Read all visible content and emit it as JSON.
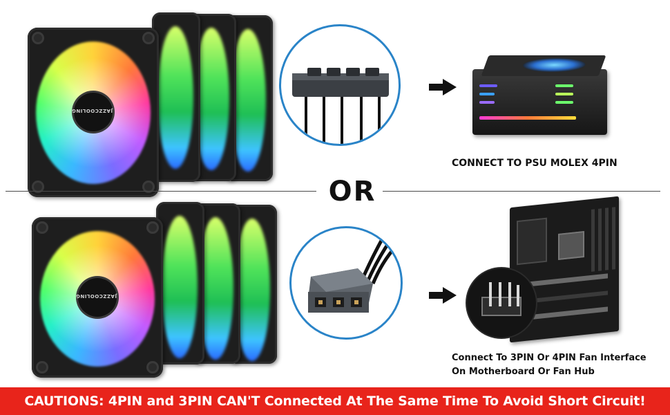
{
  "brand_on_fan_hub": "JAZZCOOLING",
  "separator": {
    "label": "OR"
  },
  "top_option": {
    "connector_icon": "molex-4pin-connector-icon",
    "target_icon": "psu-icon",
    "caption": "CONNECT TO PSU MOLEX 4PIN"
  },
  "bottom_option": {
    "connector_icon": "fan-3pin-connector-icon",
    "target_icon": "motherboard-icon",
    "caption_lines": [
      "Connect To 3PIN Or 4PIN Fan Interface",
      "On Motherboard Or Fan Hub"
    ]
  },
  "caution": {
    "text": "CAUTIONS: 4PIN and 3PIN CAN'T  Connected At The Same Time To Avoid Short Circuit!"
  },
  "colors": {
    "callout_border": "#2a84c8",
    "caution_bg": "#e8241b",
    "caution_text": "#ffffff"
  }
}
